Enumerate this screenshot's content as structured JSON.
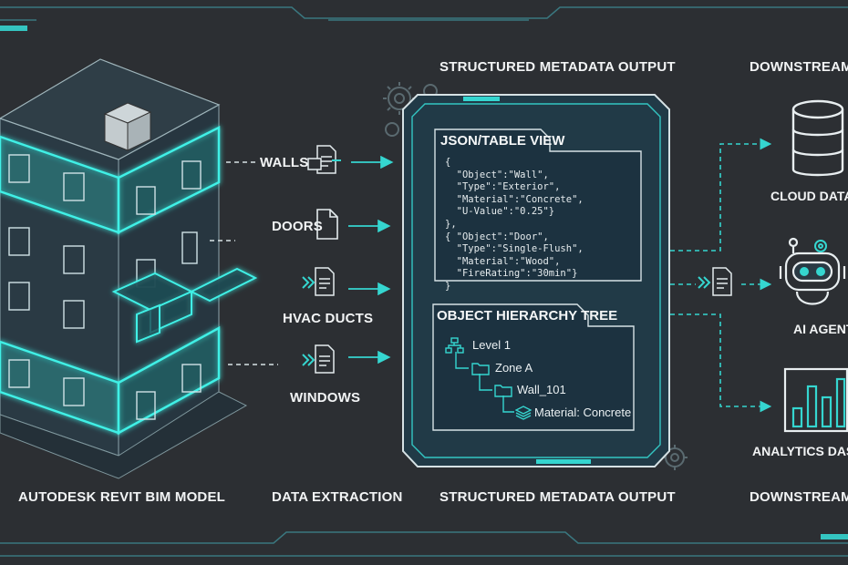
{
  "colors": {
    "background": "#2c2f33",
    "accent": "#35d6d0",
    "panel": "#223a46",
    "line": "#d8e3e6"
  },
  "top_title_middle": "STRUCTURED METADATA OUTPUT",
  "top_title_right": "DOWNSTREAM SY",
  "extraction_items": [
    {
      "label": "WALLS",
      "icon": "document-transfer-icon"
    },
    {
      "label": "DOORS",
      "icon": "document-icon"
    },
    {
      "label": "HVAC DUCTS",
      "icon": "document-transfer-icon"
    },
    {
      "label": "WINDOWS",
      "icon": "document-transfer-icon"
    }
  ],
  "json_panel": {
    "title": "JSON/TABLE VIEW",
    "lines": [
      "{",
      "  \"Object\":\"Wall\",",
      "  \"Type\":\"Exterior\",",
      "  \"Material\":\"Concrete\",",
      "  \"U-Value\":\"0.25\"}",
      "},",
      "{ \"Object\":\"Door\",",
      "  \"Type\":\"Single-Flush\",",
      "  \"Material\":\"Wood\",",
      "  \"FireRating\":\"30min\"}",
      "}"
    ]
  },
  "tree_panel": {
    "title": "OBJECT HIERARCHY TREE",
    "items": [
      {
        "label": "Level 1",
        "icon": "hierarchy-icon"
      },
      {
        "label": "Zone A",
        "icon": "folder-icon"
      },
      {
        "label": "Wall_101",
        "icon": "folder-icon"
      },
      {
        "label": "Material: Concrete",
        "icon": "layers-icon"
      }
    ]
  },
  "downstream": [
    {
      "label": "CLOUD DATAB",
      "icon": "database-icon"
    },
    {
      "label": "AI AGENT",
      "icon": "robot-icon"
    },
    {
      "label": "ANALYTICS DASH",
      "icon": "bar-chart-icon"
    }
  ],
  "bottom_labels": {
    "model": "AUTODESK REVIT BIM MODEL",
    "extraction": "DATA EXTRACTION",
    "output": "STRUCTURED METADATA OUTPUT",
    "downstream": "DOWNSTREAM SY"
  }
}
